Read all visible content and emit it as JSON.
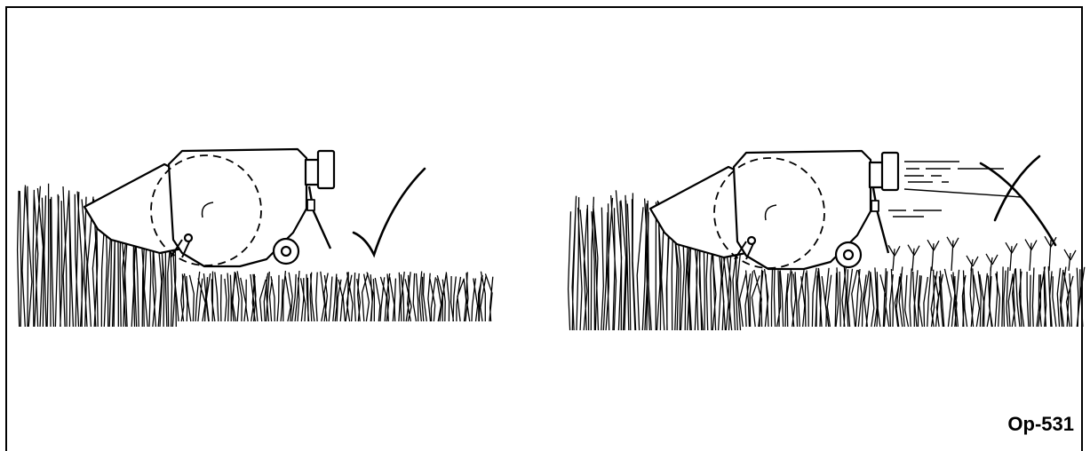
{
  "figure": {
    "reference": "Op-531",
    "panels": [
      {
        "id": "correct",
        "verdict_mark": "check-mark",
        "discharge_visible": false
      },
      {
        "id": "incorrect",
        "verdict_mark": "cross-mark",
        "discharge_visible": true
      }
    ],
    "colors": {
      "ink": "#000000",
      "paper": "#ffffff"
    }
  }
}
